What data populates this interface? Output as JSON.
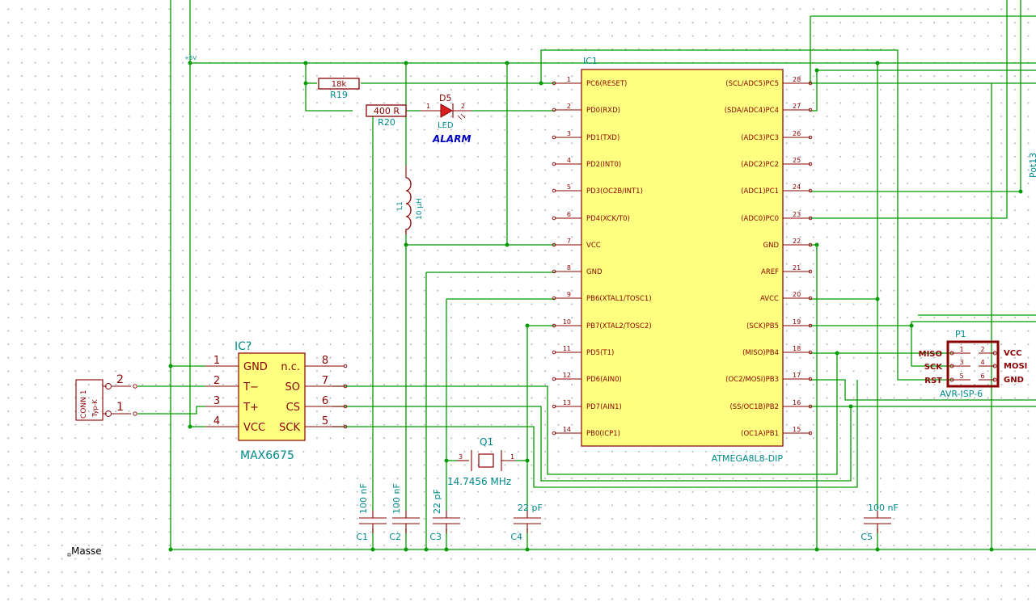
{
  "colors": {
    "wire": "#009c00",
    "component": "#8b0000",
    "body": "#ffff80",
    "label": "#008a8a",
    "netlabel": "#0000c0"
  },
  "power_label": "+5V",
  "ic1": {
    "ref": "IC1",
    "value": "ATMEGA8L8-DIP",
    "left_pins": [
      {
        "num": "1",
        "name": "PC6(RESET)"
      },
      {
        "num": "2",
        "name": "PD0(RXD)"
      },
      {
        "num": "3",
        "name": "PD1(TXD)"
      },
      {
        "num": "4",
        "name": "PD2(INT0)"
      },
      {
        "num": "5",
        "name": "PD3(OC2B/INT1)"
      },
      {
        "num": "6",
        "name": "PD4(XCK/T0)"
      },
      {
        "num": "7",
        "name": "VCC"
      },
      {
        "num": "8",
        "name": "GND"
      },
      {
        "num": "9",
        "name": "PB6(XTAL1/TOSC1)"
      },
      {
        "num": "10",
        "name": "PB7(XTAL2/TOSC2)"
      },
      {
        "num": "11",
        "name": "PD5(T1)"
      },
      {
        "num": "12",
        "name": "PD6(AIN0)"
      },
      {
        "num": "13",
        "name": "PD7(AIN1)"
      },
      {
        "num": "14",
        "name": "PB0(ICP1)"
      }
    ],
    "right_pins": [
      {
        "num": "28",
        "name": "(SCL/ADC5)PC5"
      },
      {
        "num": "27",
        "name": "(SDA/ADC4)PC4"
      },
      {
        "num": "26",
        "name": "(ADC3)PC3"
      },
      {
        "num": "25",
        "name": "(ADC2)PC2"
      },
      {
        "num": "24",
        "name": "(ADC1)PC1"
      },
      {
        "num": "23",
        "name": "(ADC0)PC0"
      },
      {
        "num": "22",
        "name": "GND"
      },
      {
        "num": "21",
        "name": "AREF"
      },
      {
        "num": "20",
        "name": "AVCC"
      },
      {
        "num": "19",
        "name": "(SCK)PB5"
      },
      {
        "num": "18",
        "name": "(MISO)PB4"
      },
      {
        "num": "17",
        "name": "(OC2/MOSI)PB3"
      },
      {
        "num": "16",
        "name": "(SS/OC1B)PB2"
      },
      {
        "num": "15",
        "name": "(OC1A)PB1"
      }
    ]
  },
  "max6675": {
    "ref": "IC?",
    "value": "MAX6675",
    "left_pins": [
      {
        "num": "1",
        "name": "GND"
      },
      {
        "num": "2",
        "name": "T−"
      },
      {
        "num": "3",
        "name": "T+"
      },
      {
        "num": "4",
        "name": "VCC"
      }
    ],
    "right_pins": [
      {
        "num": "8",
        "name": "n.c."
      },
      {
        "num": "7",
        "name": "SO"
      },
      {
        "num": "6",
        "name": "CS"
      },
      {
        "num": "5",
        "name": "SCK"
      }
    ]
  },
  "conn1": {
    "label": "CONN 1",
    "type": "Typ-K",
    "pin_top": "2",
    "pin_bottom": "1"
  },
  "r19": {
    "value": "18k",
    "ref": "R19"
  },
  "r20": {
    "value": "400 R",
    "ref": "R20"
  },
  "d5": {
    "ref": "D5",
    "value": "LED",
    "pin1": "1",
    "pin2": "2",
    "net": "ALARM"
  },
  "l1": {
    "ref": "L1",
    "value": "10 µH"
  },
  "q1": {
    "ref": "Q1",
    "value": "14.7456 MHz",
    "pin_left": "3",
    "pin_right": "1"
  },
  "caps": [
    {
      "ref": "C1",
      "value": "100 nF"
    },
    {
      "ref": "C2",
      "value": "100 nF"
    },
    {
      "ref": "C3",
      "value": "22 pF"
    },
    {
      "ref": "C4",
      "value": "22 pF"
    },
    {
      "ref": "C5",
      "value": "100 nF"
    }
  ],
  "p1": {
    "ref": "P1",
    "value": "AVR-ISP-6",
    "left_labels": [
      "MISO",
      "SCK",
      "RST"
    ],
    "right_labels": [
      "VCC",
      "MOSI",
      "GND"
    ],
    "pin_nums": [
      "1",
      "2",
      "3",
      "4",
      "5",
      "6"
    ]
  },
  "masse_label": "Masse",
  "pot_label": "Pot13"
}
